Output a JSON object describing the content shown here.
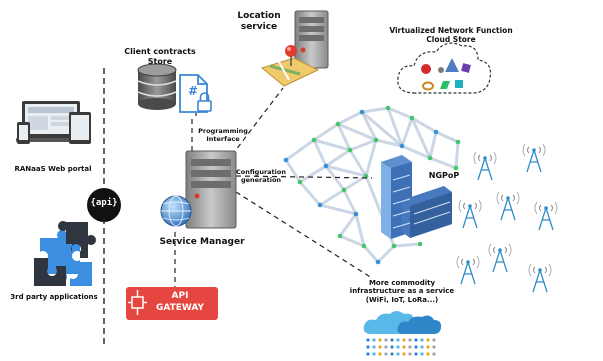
{
  "labels": {
    "location_service": "Location\nservice",
    "client_contracts_store": "Client contracts\nStore",
    "programming_interface": "Programming\nInterface",
    "vnf_cloud_store": "Virtualized Network Function\nCloud Store",
    "ranaas_web_portal": "RANaaS Web portal",
    "api_badge": "{api}",
    "configuration_generation": "Configuration\ngeneration",
    "ngpop": "NGPoP",
    "service_manager": "Service Manager",
    "third_party_applications": "3rd party applications",
    "commodity_infrastructure": "More commodity\ninfrastructure as a service\n(WiFi, IoT, LoRa...)",
    "api_gateway_line1": "API",
    "api_gateway_line2": "GATEWAY",
    "db_hash_symbol": "#"
  },
  "colors": {
    "api_gateway_red": "#e5463f",
    "network_node_green": "#43c66a",
    "network_node_blue": "#3a8fd8",
    "puzzle_blue": "#3c8ee0",
    "puzzle_dark": "#2f3640",
    "server_grey": "#9a9a9a",
    "building_blue": "#3f6fb5",
    "tower_blue": "#2f8ec9"
  },
  "icons": [
    "responsive-devices-icon",
    "database-icon",
    "secure-document-icon",
    "location-server-icon",
    "map-pin-icon",
    "cloud-vnf-icon",
    "server-icon",
    "globe-icon",
    "puzzle-icon",
    "api-gateway-icon",
    "building-icon",
    "antenna-tower-icon",
    "cloud-iot-icon"
  ]
}
